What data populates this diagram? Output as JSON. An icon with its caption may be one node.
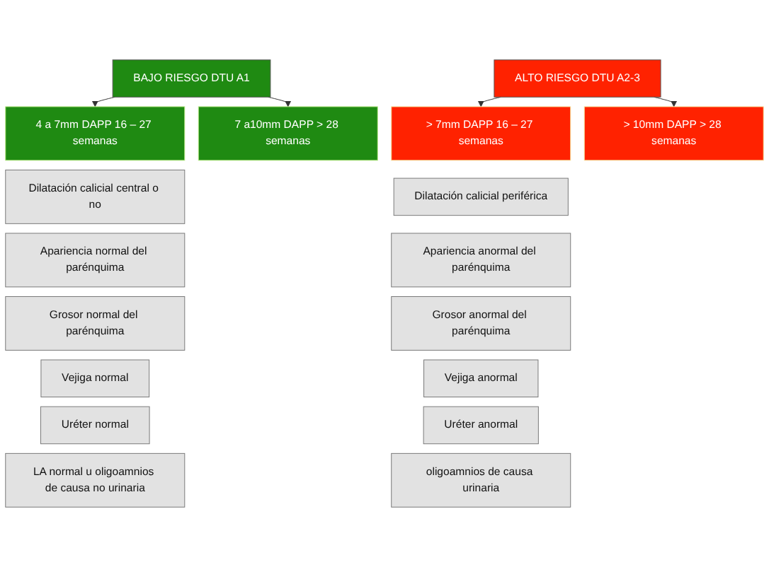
{
  "diagram": {
    "nodes": [
      {
        "text": [
          "BAJO RIESGO DTU A1"
        ]
      },
      {
        "text": [
          "4 a 7mm DAPP 16 – 27 semanas"
        ]
      },
      {
        "text": [
          "7 a10mm DAPP > 28 semanas"
        ]
      },
      {
        "text": [
          "Dilatación calicial central o no"
        ]
      },
      {
        "text": [
          "Apariencia normal del parénquima"
        ]
      },
      {
        "text": [
          "Grosor normal del parénquima"
        ]
      },
      {
        "text": [
          "Vejiga normal"
        ]
      },
      {
        "text": [
          "Uréter normal"
        ]
      },
      {
        "text": [
          "LA normal u oligoamnios de causa no urinaria"
        ]
      },
      {
        "text": [
          "ALTO RIESGO DTU A2-3"
        ]
      },
      {
        "text": [
          "> 7mm DAPP 16 – 27 semanas"
        ]
      },
      {
        "text": [
          "> 10mm DAPP > 28 semanas"
        ]
      },
      {
        "text": [
          "Dilatación calicial periférica"
        ]
      },
      {
        "text": [
          "Apariencia anormal del parénquima"
        ]
      },
      {
        "text": [
          "Grosor anormal del parénquima"
        ]
      },
      {
        "text": [
          "Vejiga anormal"
        ]
      },
      {
        "text": [
          "Uréter anormal"
        ]
      },
      {
        "text": [
          "oligoamnios de causa urinaria"
        ]
      }
    ],
    "edges": [
      {
        "from": 0,
        "to": 1,
        "arrow": "to"
      },
      {
        "from": 0,
        "to": 2,
        "arrow": "to"
      },
      {
        "from": 9,
        "to": 10,
        "arrow": "to"
      },
      {
        "from": 9,
        "to": 11,
        "arrow": "to"
      }
    ]
  }
}
